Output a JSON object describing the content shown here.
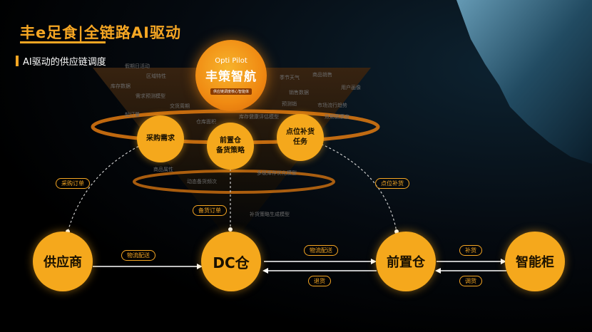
{
  "header": {
    "title": "丰e足食|全链路AI驱动",
    "subtitle": "AI驱动的供应链调度"
  },
  "hub": {
    "en": "Opti Pilot",
    "cn": "丰策智航",
    "tag": "供应链调度核心智能体"
  },
  "tasks": {
    "purchase": "采购需求",
    "dc_strategy": [
      "前置仓",
      "备货策略"
    ],
    "replenish": [
      "点位补货",
      "任务"
    ]
  },
  "nodes": {
    "supplier": "供应商",
    "dc": "DC仓",
    "front": "前置仓",
    "cabinet": "智能柜"
  },
  "flows": {
    "purchase_order": "采购订单",
    "stock_order": "备货订单",
    "replenish_point": "点位补货",
    "logistics_1": "物流配送",
    "logistics_2": "物流配送",
    "return": "退货",
    "restock": "补货",
    "transfer": "调货"
  },
  "keywords": [
    "假期日活动",
    "区域特性",
    "季节天气",
    "库存数据",
    "商品销售",
    "需求预测模型",
    "交货周期",
    "销售数据",
    "用户画像",
    "起订量",
    "仓库面积",
    "预测销",
    "市场流行趋势",
    "库存健康评估模型",
    "效期健康度",
    "商品属性",
    "动态备货频次",
    "多级库存优化模型",
    "补货策略生成模型"
  ],
  "colors": {
    "accent": "#f5a623",
    "node": "#f5a81c"
  }
}
